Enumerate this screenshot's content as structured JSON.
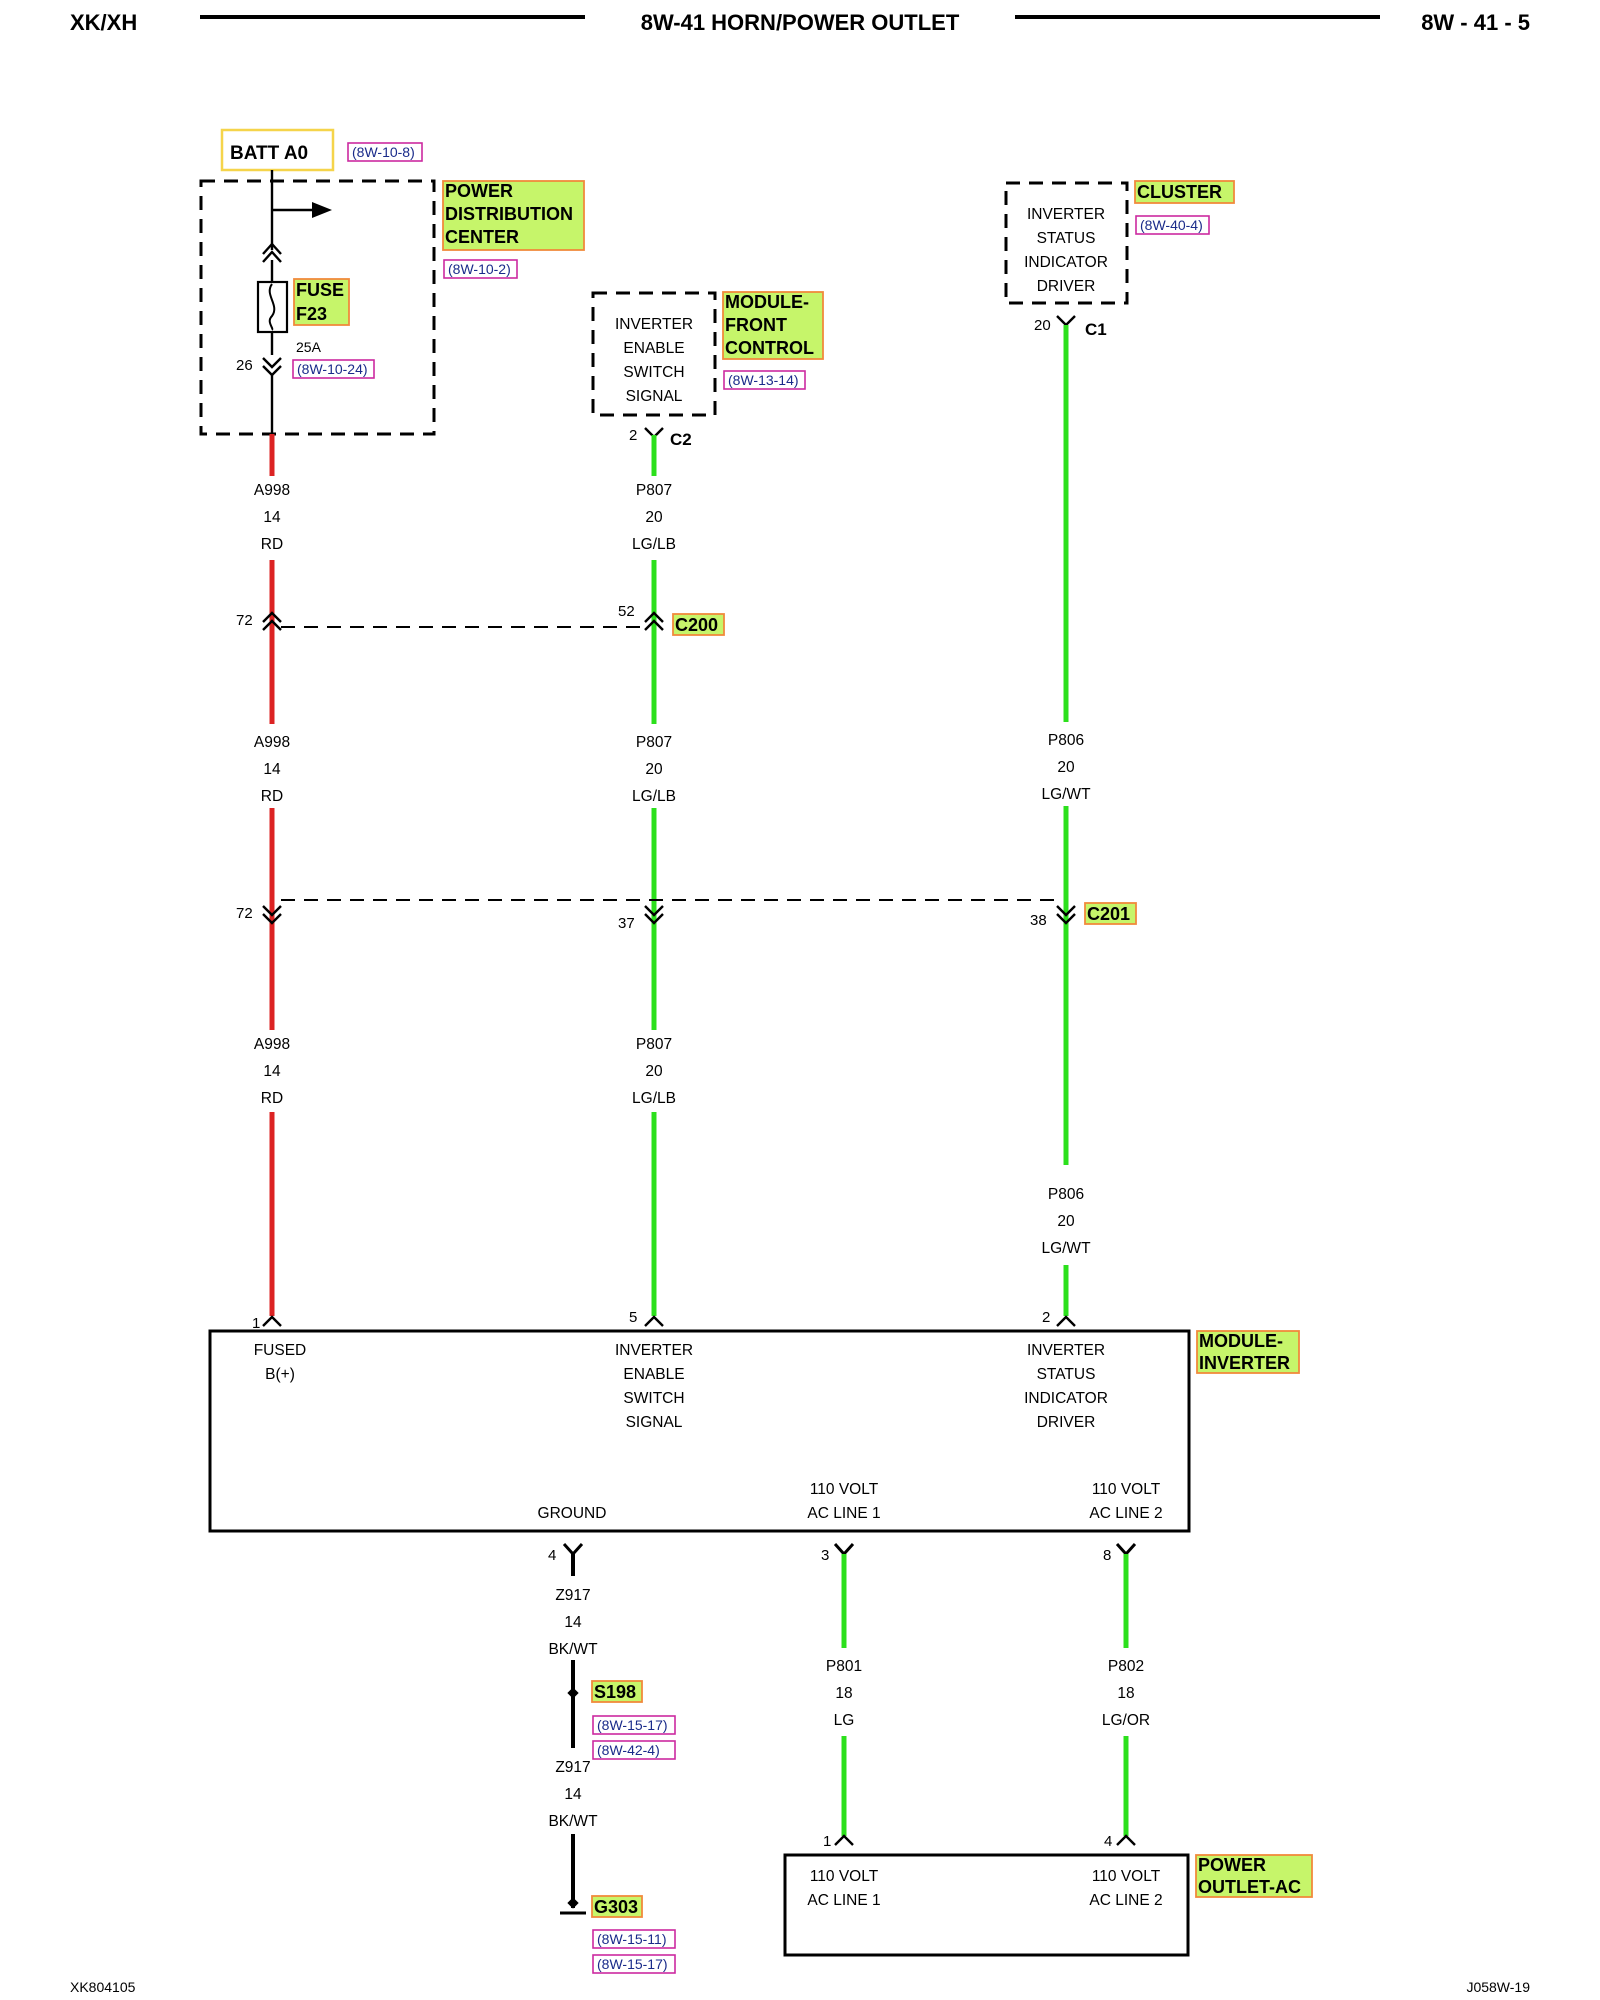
{
  "header": {
    "left": "XK/XH",
    "center": "8W-41 HORN/POWER OUTLET",
    "right": "8W - 41 - 5"
  },
  "footer": {
    "left": "XK804105",
    "right": "J058W-19"
  },
  "batt": {
    "label": "BATT A0",
    "ref": "(8W-10-8)"
  },
  "pdc": {
    "name_l1": "POWER",
    "name_l2": "DISTRIBUTION",
    "name_l3": "CENTER",
    "ref": "(8W-10-2)",
    "fuse_l1": "FUSE",
    "fuse_l2": "F23",
    "fuse_rating": "25A",
    "fuse_ref": "(8W-10-24)",
    "pin": "26"
  },
  "front_control": {
    "name_l1": "MODULE-",
    "name_l2": "FRONT",
    "name_l3": "CONTROL",
    "ref": "(8W-13-14)",
    "box": [
      "INVERTER",
      "ENABLE",
      "SWITCH",
      "SIGNAL"
    ],
    "pin": "2",
    "connector": "C2"
  },
  "cluster": {
    "name": "CLUSTER",
    "ref": "(8W-40-4)",
    "box": [
      "INVERTER",
      "STATUS",
      "INDICATOR",
      "DRIVER"
    ],
    "pin": "20",
    "connector": "C1"
  },
  "wires": {
    "a998": {
      "circuit": "A998",
      "gauge": "14",
      "color": "RD"
    },
    "p807": {
      "circuit": "P807",
      "gauge": "20",
      "color": "LG/LB"
    },
    "p806": {
      "circuit": "P806",
      "gauge": "20",
      "color": "LG/WT"
    },
    "z917": {
      "circuit": "Z917",
      "gauge": "14",
      "color": "BK/WT"
    },
    "p801": {
      "circuit": "P801",
      "gauge": "18",
      "color": "LG"
    },
    "p802": {
      "circuit": "P802",
      "gauge": "18",
      "color": "LG/OR"
    }
  },
  "c200": {
    "name": "C200",
    "pin_a998": "72",
    "pin_p807": "52"
  },
  "c201": {
    "name": "C201",
    "pin_a998": "72",
    "pin_p807": "37",
    "pin_p806": "38"
  },
  "inverter": {
    "name_l1": "MODULE-",
    "name_l2": "INVERTER",
    "fused": [
      "FUSED",
      "B(+)"
    ],
    "enable": [
      "INVERTER",
      "ENABLE",
      "SWITCH",
      "SIGNAL"
    ],
    "status": [
      "INVERTER",
      "STATUS",
      "INDICATOR",
      "DRIVER"
    ],
    "ground": "GROUND",
    "ac1": [
      "110 VOLT",
      "AC LINE 1"
    ],
    "ac2": [
      "110 VOLT",
      "AC LINE 2"
    ],
    "pin_fused": "1",
    "pin_enable": "5",
    "pin_status": "2",
    "pin_ground": "4",
    "pin_ac1": "3",
    "pin_ac2": "8"
  },
  "s198": {
    "name": "S198",
    "ref1": "(8W-15-17)",
    "ref2": "(8W-42-4)"
  },
  "g303": {
    "name": "G303",
    "ref1": "(8W-15-11)",
    "ref2": "(8W-15-17)"
  },
  "outlet": {
    "name_l1": "POWER",
    "name_l2": "OUTLET-AC",
    "ac1": [
      "110 VOLT",
      "AC LINE 1"
    ],
    "ac2": [
      "110 VOLT",
      "AC LINE 2"
    ],
    "pin_ac1": "1",
    "pin_ac2": "4"
  },
  "colors": {
    "wire_red": "#dc2323",
    "wire_green": "#2ce01c",
    "highlight_fill": "#c6f56a",
    "highlight_border": "#f08a3c",
    "ref_border": "#cc2aa0",
    "ref_text": "#1a2b8a"
  }
}
